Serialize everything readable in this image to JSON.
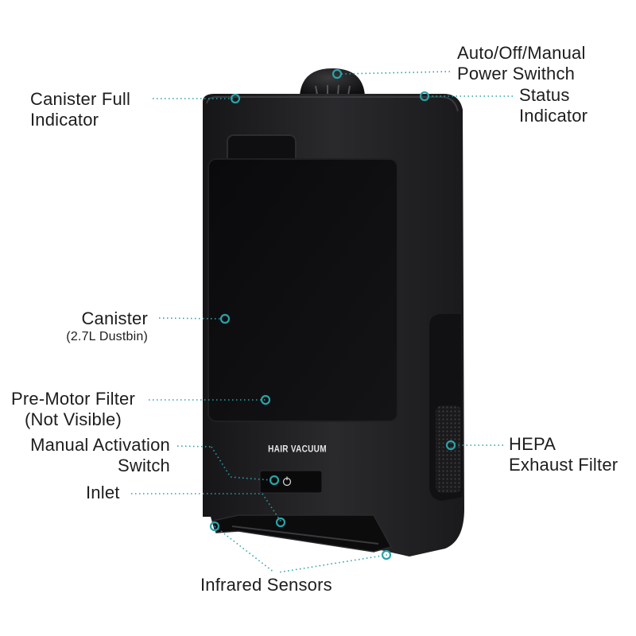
{
  "labels": {
    "power_switch": {
      "line1": "Auto/Off/Manual",
      "line2": "Power Swithch"
    },
    "canister_full": {
      "line1": "Canister Full",
      "line2": "Indicator"
    },
    "status_indicator": {
      "line1": "Status",
      "line2": "Indicator"
    },
    "canister": {
      "line1": "Canister",
      "sub": "(2.7L Dustbin)"
    },
    "pre_motor_filter": {
      "line1": "Pre-Motor Filter",
      "line2": "(Not Visible)"
    },
    "manual_switch": {
      "line1": "Manual Activation",
      "line2": "Switch"
    },
    "hepa_filter": {
      "line1": "HEPA",
      "line2": "Exhaust Filter"
    },
    "inlet": {
      "line1": "Inlet"
    },
    "infrared_sensors": {
      "line1": "Infrared Sensors"
    }
  },
  "device": {
    "brand_text": "HAIR VACUUM",
    "body_color": "#1e1e20",
    "canister_color": "#0d0d0f",
    "leader_color": "#2aa3a8",
    "power_icon": "power-icon"
  }
}
